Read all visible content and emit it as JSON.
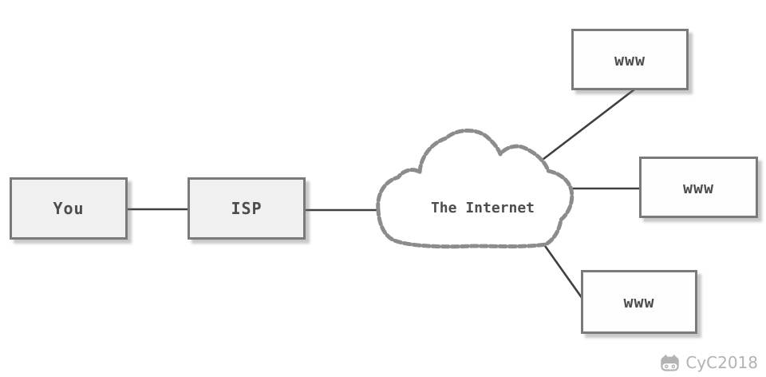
{
  "diagram": {
    "nodes": [
      {
        "id": "you",
        "label": "You",
        "variant": "shaded"
      },
      {
        "id": "isp",
        "label": "ISP",
        "variant": "shaded"
      },
      {
        "id": "www-top",
        "label": "www",
        "variant": "plain"
      },
      {
        "id": "www-middle",
        "label": "www",
        "variant": "plain"
      },
      {
        "id": "www-bottom",
        "label": "www",
        "variant": "plain"
      }
    ],
    "cloud": {
      "id": "internet",
      "label": "The Internet"
    },
    "edges": [
      {
        "from": "you",
        "to": "isp"
      },
      {
        "from": "isp",
        "to": "internet"
      },
      {
        "from": "internet",
        "to": "www-top"
      },
      {
        "from": "internet",
        "to": "www-middle"
      },
      {
        "from": "internet",
        "to": "www-bottom"
      }
    ],
    "colors": {
      "background": "#ffffff",
      "node-border": "#7a7a7a",
      "node-fill-shaded": "#f0f0f0",
      "node-fill-plain": "#fefefe",
      "edge": "#404040",
      "cloud-border": "#8c8c8c",
      "cloud-fill": "#ffffff",
      "label": "#4d4d4d",
      "watermark": "#b3b3b3"
    }
  },
  "watermark": {
    "label": "CyC2018",
    "icon": "github-cat-icon"
  }
}
